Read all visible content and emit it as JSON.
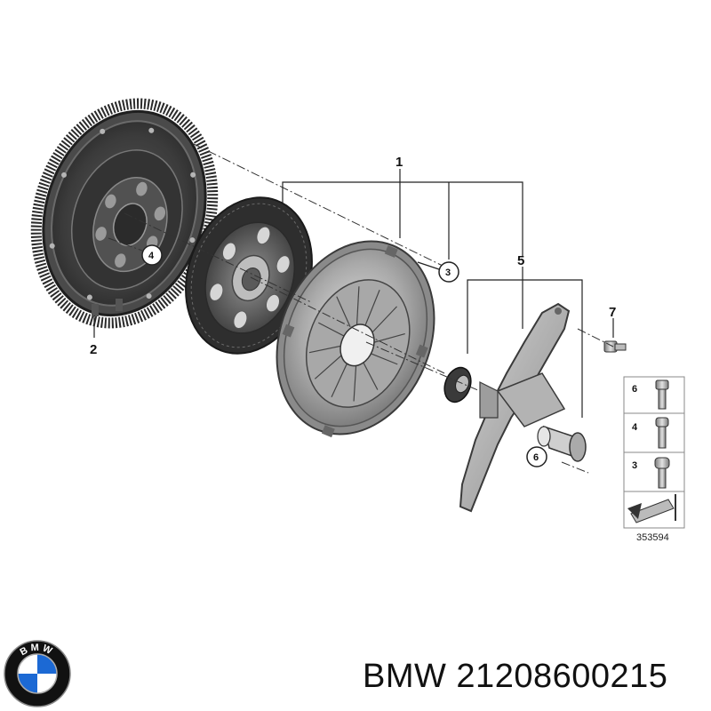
{
  "callouts": {
    "c1": "1",
    "c2": "2",
    "c3": "3",
    "c4": "4",
    "c5": "5",
    "c6": "6",
    "c7": "7"
  },
  "legend": {
    "rows": [
      {
        "num": "6",
        "icon": "torx-bolt-icon"
      },
      {
        "num": "4",
        "icon": "hex-socket-bolt-icon"
      },
      {
        "num": "3",
        "icon": "hex-socket-screw-icon"
      }
    ],
    "reference_number": "353594"
  },
  "logo": {
    "text": "BMW",
    "colors": {
      "ring": "#111111",
      "blue": "#1c69d4",
      "white": "#ffffff"
    }
  },
  "part_number": "BMW 21208600215",
  "colors": {
    "metal_dark": "#3a3a3a",
    "metal_mid": "#8c8c8c",
    "metal_light": "#c8c8c8",
    "line": "#222222"
  }
}
